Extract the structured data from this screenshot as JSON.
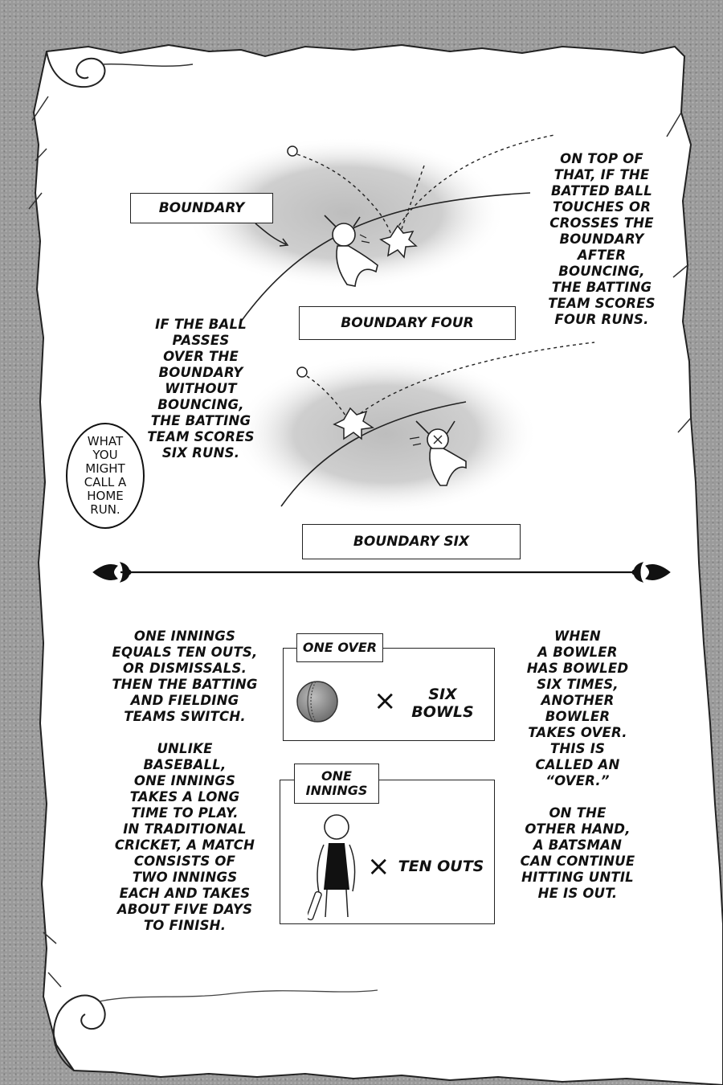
{
  "colors": {
    "page_gray": "#9a9a9a",
    "parchment": "#ffffff",
    "ink": "#111111",
    "field_shade": "#c9c9c9"
  },
  "top_section": {
    "boundary_label": "BOUNDARY",
    "boundary_four_label": "BOUNDARY FOUR",
    "boundary_six_label": "BOUNDARY SIX",
    "four_runs_text": "ON TOP OF\nTHAT, IF THE\nBATTED BALL\nTOUCHES OR\nCROSSES THE\nBOUNDARY\nAFTER\nBOUNCING,\nTHE BATTING\nTEAM SCORES\nFOUR RUNS.",
    "six_runs_text": "IF THE BALL\nPASSES\nOVER THE\nBOUNDARY\nWITHOUT\nBOUNCING,\nTHE BATTING\nTEAM SCORES\nSIX RUNS.",
    "home_run_bubble": "WHAT\nYOU\nMIGHT\nCALL A\nHOME\nRUN."
  },
  "bottom_section": {
    "left_text_1": "ONE INNINGS\nEQUALS TEN OUTS,\nOR DISMISSALS.\nTHEN THE BATTING\nAND FIELDING\nTEAMS SWITCH.",
    "left_text_2": "UNLIKE\nBASEBALL,\nONE INNINGS\nTAKES A LONG\nTIME TO PLAY.\nIN TRADITIONAL\nCRICKET, A MATCH\nCONSISTS OF\nTWO INNINGS\nEACH AND TAKES\nABOUT FIVE DAYS\nTO FINISH.",
    "right_text_1": "WHEN\nA BOWLER\nHAS BOWLED\nSIX TIMES,\nANOTHER\nBOWLER\nTAKES OVER.\nTHIS IS\nCALLED AN\n“OVER.”",
    "right_text_2": "ON THE\nOTHER HAND,\nA BATSMAN\nCAN CONTINUE\nHITTING UNTIL\nHE IS OUT.",
    "one_over": {
      "tab": "ONE OVER",
      "times": "×",
      "value": "SIX\nBOWLS"
    },
    "one_innings": {
      "tab": "ONE\nINNINGS",
      "times": "×",
      "value": "TEN OUTS"
    }
  },
  "icons": [
    "ball-icon",
    "impact-burst-icon",
    "fielder-icon",
    "cricket-ball-icon",
    "batsman-icon",
    "fleur-divider-icon"
  ]
}
